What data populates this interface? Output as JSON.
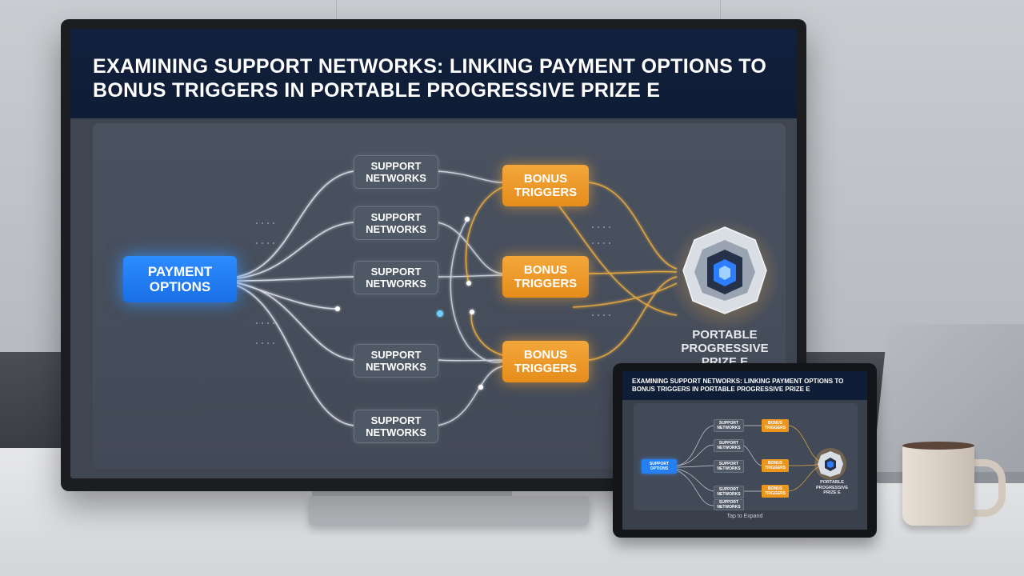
{
  "main_screen": {
    "title": "Examining Support Networks: Linking Payment Options to Bonus Triggers in Portable Progressive Prize E",
    "payment_node": "Payment Options",
    "support_nodes": [
      "Support Networks",
      "Support Networks",
      "Support Networks",
      "Support Networks",
      "Support Networks"
    ],
    "bonus_nodes": [
      "Bonus Triggers",
      "Bonus Triggers",
      "Bonus Triggers"
    ],
    "prize_label": "Portable Progressive Prize E"
  },
  "tablet": {
    "title": "Examining Support Networks: Linking Payment Options to Bonus Triggers in Portable Progressive Prize E",
    "payment_node": "Support Options",
    "support_nodes": [
      "Support Networks",
      "Support Networks",
      "Support Networks",
      "Support Networks",
      "Support Networks"
    ],
    "bonus_nodes": [
      "Bonus Triggers",
      "Bonus Triggers",
      "Bonus Triggers"
    ],
    "prize_label": "Portable Progressive Prize E",
    "tap_hint": "Tap to Expand"
  },
  "colors": {
    "payment": "#2480f2",
    "bonus": "#eb951f",
    "title_bar": "#101d37",
    "prize_core": "#2f7dff"
  },
  "icons": {
    "prize": "prize-gem-icon"
  }
}
